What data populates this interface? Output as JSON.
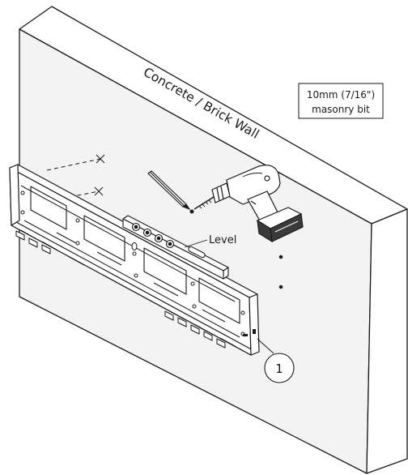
{
  "diagram": {
    "wall_label": "Concrete / Brick Wall",
    "bit_label_line1": "10mm (7/16\")",
    "bit_label_line2": "masonry bit",
    "level_label": "Level",
    "step_number": "1",
    "icons": [
      "drill-icon",
      "pencil-icon",
      "level-icon",
      "wall-bracket",
      "step-callout"
    ],
    "colors": {
      "line": "#1a1a1a",
      "wall_face": "#f4f4f4",
      "wall_side": "#ffffff",
      "drill_battery": "#3a3a3a"
    }
  }
}
